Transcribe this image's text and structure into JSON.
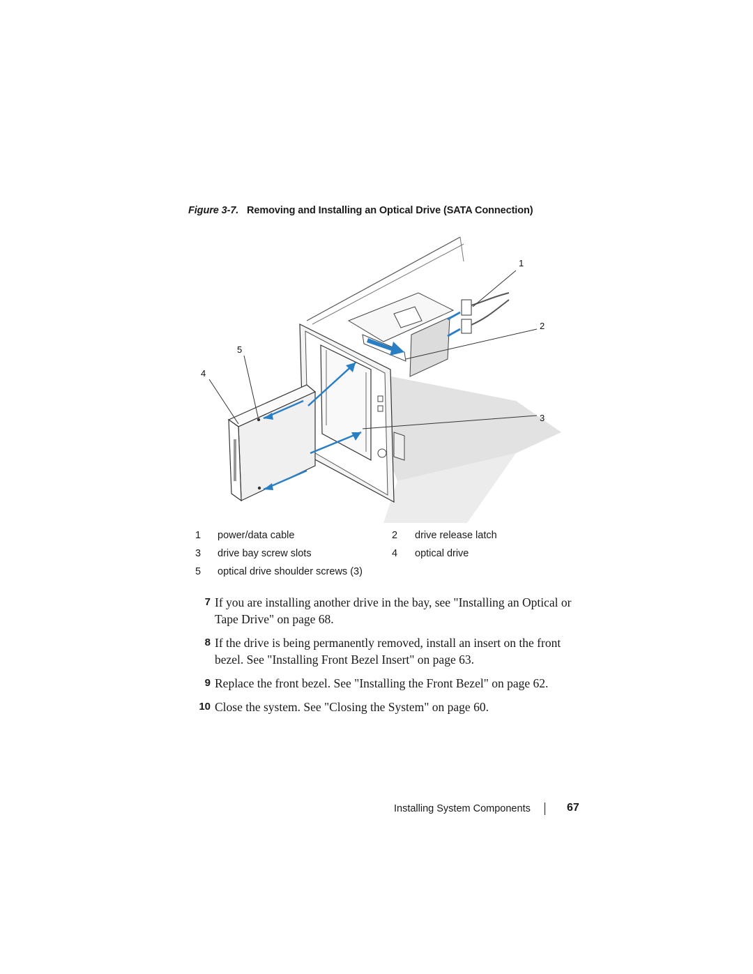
{
  "figure": {
    "label": "Figure 3-7.",
    "title": "Removing and Installing an Optical Drive (SATA Connection)",
    "callouts": [
      "1",
      "2",
      "3",
      "4",
      "5"
    ]
  },
  "legend": [
    {
      "num": "1",
      "text": "power/data cable"
    },
    {
      "num": "2",
      "text": "drive release latch"
    },
    {
      "num": "3",
      "text": "drive bay screw slots"
    },
    {
      "num": "4",
      "text": "optical drive"
    },
    {
      "num": "5",
      "text": "optical drive shoulder screws (3)"
    }
  ],
  "steps": [
    {
      "num": "7",
      "text": "If you are installing another drive in the bay, see \"Installing an Optical or Tape Drive\" on page 68."
    },
    {
      "num": "8",
      "text": "If the drive is being permanently removed, install an insert on the front bezel. See \"Installing Front Bezel Insert\" on page 63."
    },
    {
      "num": "9",
      "text": "Replace the front bezel. See \"Installing the Front Bezel\" on page 62."
    },
    {
      "num": "10",
      "text": "Close the system. See \"Closing the System\" on page 60."
    }
  ],
  "footer": {
    "section": "Installing System Components",
    "page": "67"
  },
  "colors": {
    "arrow": "#2a7fc4",
    "line_art": "#333333",
    "shadow": "#d6d6d6"
  }
}
